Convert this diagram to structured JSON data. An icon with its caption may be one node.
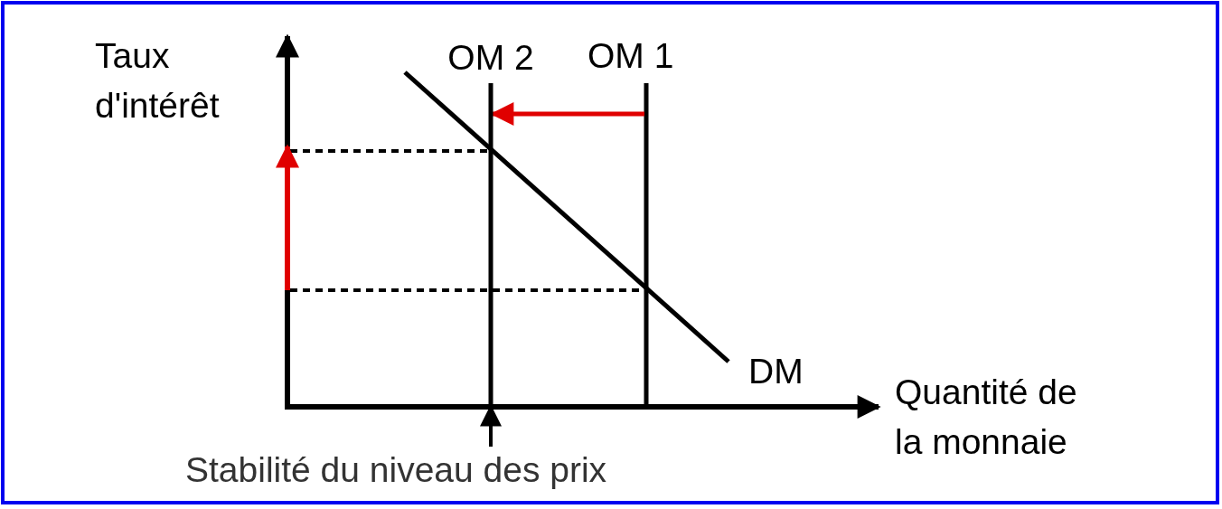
{
  "diagram": {
    "nodes": [
      {
        "text": [
          "OM 2"
        ]
      },
      {
        "text": [
          "Stabilité du niveau des prix"
        ]
      }
    ],
    "edges": [
      {
        "from": 1,
        "to": 0,
        "arrow": "to"
      }
    ],
    "labels": [
      "Taux d'intérêt",
      "OM 1",
      "DM",
      "Quantité de la monnaie"
    ]
  }
}
